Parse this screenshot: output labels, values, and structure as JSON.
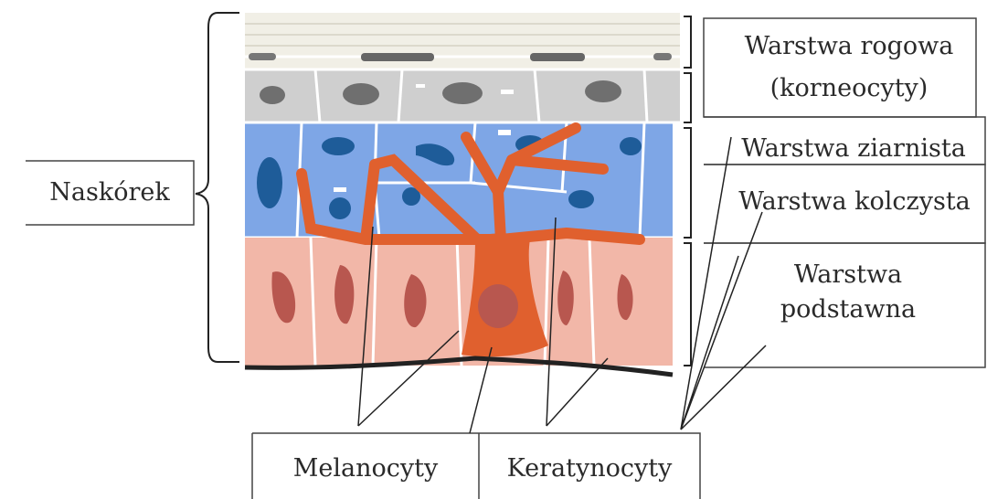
{
  "labels": {
    "naskorek": "Naskórek",
    "warstwa_rogowa": "Warstwa rogowa",
    "warstwa_rogowa_sub": "(korneocyty)",
    "warstwa_ziarnista": "Warstwa ziarnista",
    "warstwa_kolczysta": "Warstwa kolczysta",
    "warstwa_podstawna_line1": "Warstwa",
    "warstwa_podstawna_line2": "podstawna",
    "melanocyty": "Melanocyty",
    "keratynocyty": "Keratynocyty"
  },
  "colors": {
    "corneum": "#f1efe6",
    "granulosum": "#cfcfcf",
    "spinosum": "#7ea6e6",
    "basale": "#f2b7a8",
    "melanocyte": "#e0602e",
    "nucleus_blue": "#1e5c99",
    "nucleus_red": "#b8574f",
    "nucleus_gray": "#6f6f6f"
  }
}
